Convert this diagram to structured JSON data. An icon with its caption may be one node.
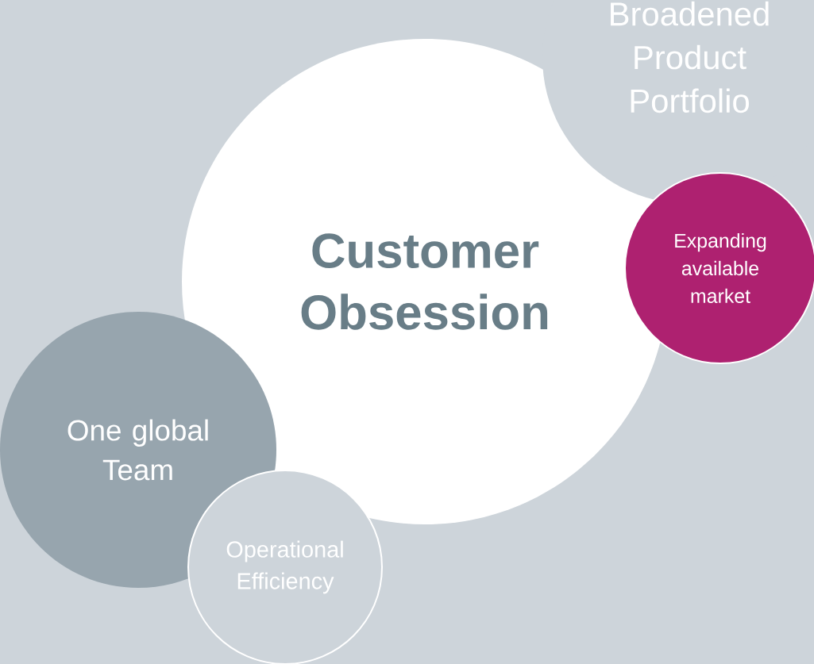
{
  "diagram": {
    "nodes": [
      {
        "text": [
          "Customer Obsession"
        ]
      },
      {
        "text": [
          "Broadened Product Portfolio"
        ]
      },
      {
        "text": [
          "Expanding available market"
        ]
      },
      {
        "text": [
          "One global Team"
        ]
      },
      {
        "text": [
          "Operational Efficiency"
        ]
      }
    ]
  }
}
